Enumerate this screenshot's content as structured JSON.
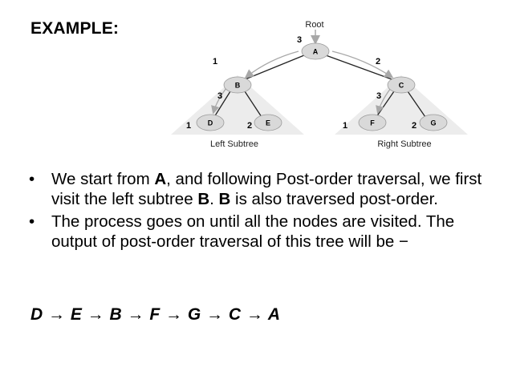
{
  "heading": "EXAMPLE:",
  "diagram": {
    "root_label": "Root",
    "nodes": {
      "a": "A",
      "b": "B",
      "c": "C",
      "d": "D",
      "e": "E",
      "f": "F",
      "g": "G"
    },
    "step_numbers": {
      "root": "3",
      "a_left": "1",
      "a_right": "2",
      "b_self": "3",
      "c_self": "3",
      "d": "1",
      "e": "2",
      "f": "1",
      "g": "2"
    },
    "captions": {
      "left": "Left Subtree",
      "right": "Right Subtree"
    },
    "colors": {
      "node_fill": "#d9d9d9",
      "triangle_fill": "#ececec",
      "arrow": "#a8a8a8"
    }
  },
  "bullets": [
    {
      "marker": "•",
      "p1": "We start from ",
      "b1": "A",
      "p2": ", and following Post-order traversal, we first visit the left subtree ",
      "b2": "B",
      "p3": ". ",
      "b3": "B",
      "p4": " is also traversed post-order."
    },
    {
      "marker": "•",
      "text": "The process goes on until all the nodes are visited. The output of post-order traversal of this tree will be −"
    }
  ],
  "result": "D → E → B → F → G → C → A"
}
